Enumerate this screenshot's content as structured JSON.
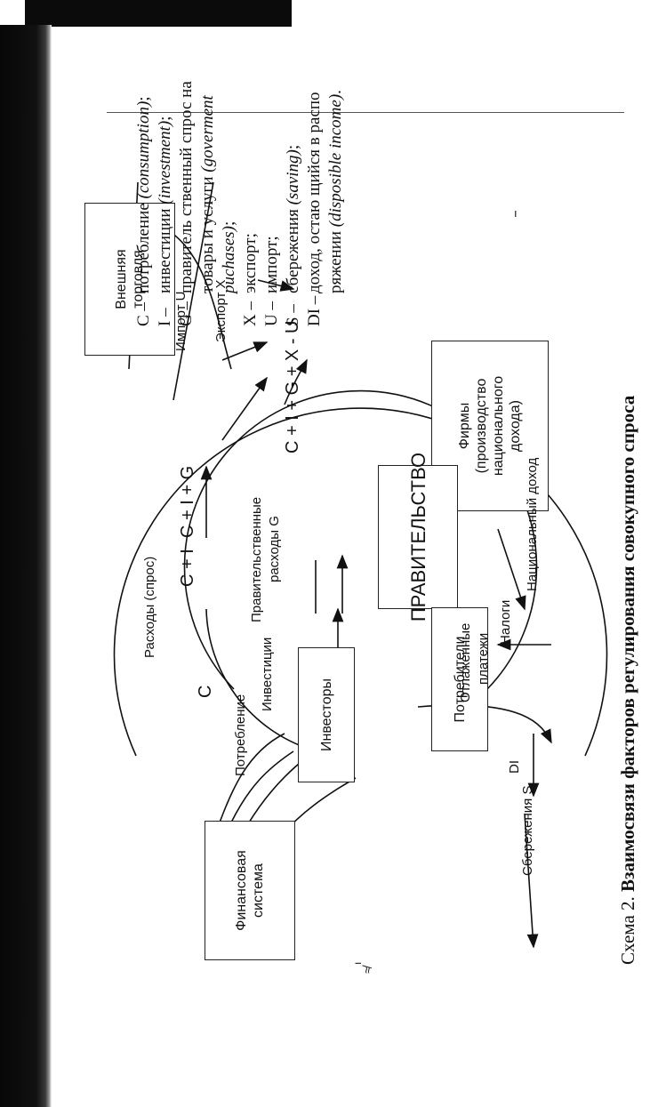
{
  "diagram": {
    "boxes": {
      "foreign_trade": "Внешняя\nторговля",
      "firms": "Фирмы\n(производство\nнационального\nдохода)",
      "government": "ПРАВИТЕЛЬСТВО",
      "investors": "Инвесторы",
      "consumers": "Потребители",
      "financial_system": "Финансовая\nсистема"
    },
    "flows": {
      "import": "Импорт U",
      "export": "Экспорт X",
      "total": "C + I + G + X - U",
      "cig": "C + I + G",
      "ci": "C + I",
      "c": "C",
      "spending": "Расходы  (спрос)",
      "gov_spending_1": "Правительственные",
      "gov_spending_2": "расходы G",
      "investments": "Инвестиции",
      "consumption": "Потребление",
      "taxes": "Налоги",
      "transfers_1": "Отлаженные",
      "transfers_2": "платежи",
      "national_income": "Национальный доход",
      "savings": "Сбережения S",
      "di": "DI"
    }
  },
  "legend": [
    {
      "key": "C –",
      "text": "потребление",
      "italic": "(consumption)",
      "end": ";"
    },
    {
      "key": "I –",
      "text": "инвестиции",
      "italic": "(investment)",
      "end": ";"
    },
    {
      "key": "G –",
      "text": "правитель ственный спрос на товары и услуги",
      "italic": "(goverment puchases)",
      "end": ";"
    },
    {
      "key": "X –",
      "text": "экспорт;",
      "italic": "",
      "end": ""
    },
    {
      "key": "U –",
      "text": "импорт;",
      "italic": "",
      "end": ""
    },
    {
      "key": "S –",
      "text": "сбережения",
      "italic": "(saving)",
      "end": ";"
    },
    {
      "key": "DI –",
      "text": "доход, остаю щийся в распо ряжении",
      "italic": "(disposible income)",
      "end": "."
    }
  ],
  "caption": {
    "prefix": "Схема 2.",
    "title": "Взаимосвязи факторов регулирования  совокупного спроса"
  },
  "scan_marks": {
    "tick": "ı",
    "mark_1": "ı",
    "mark_2": "≉"
  }
}
